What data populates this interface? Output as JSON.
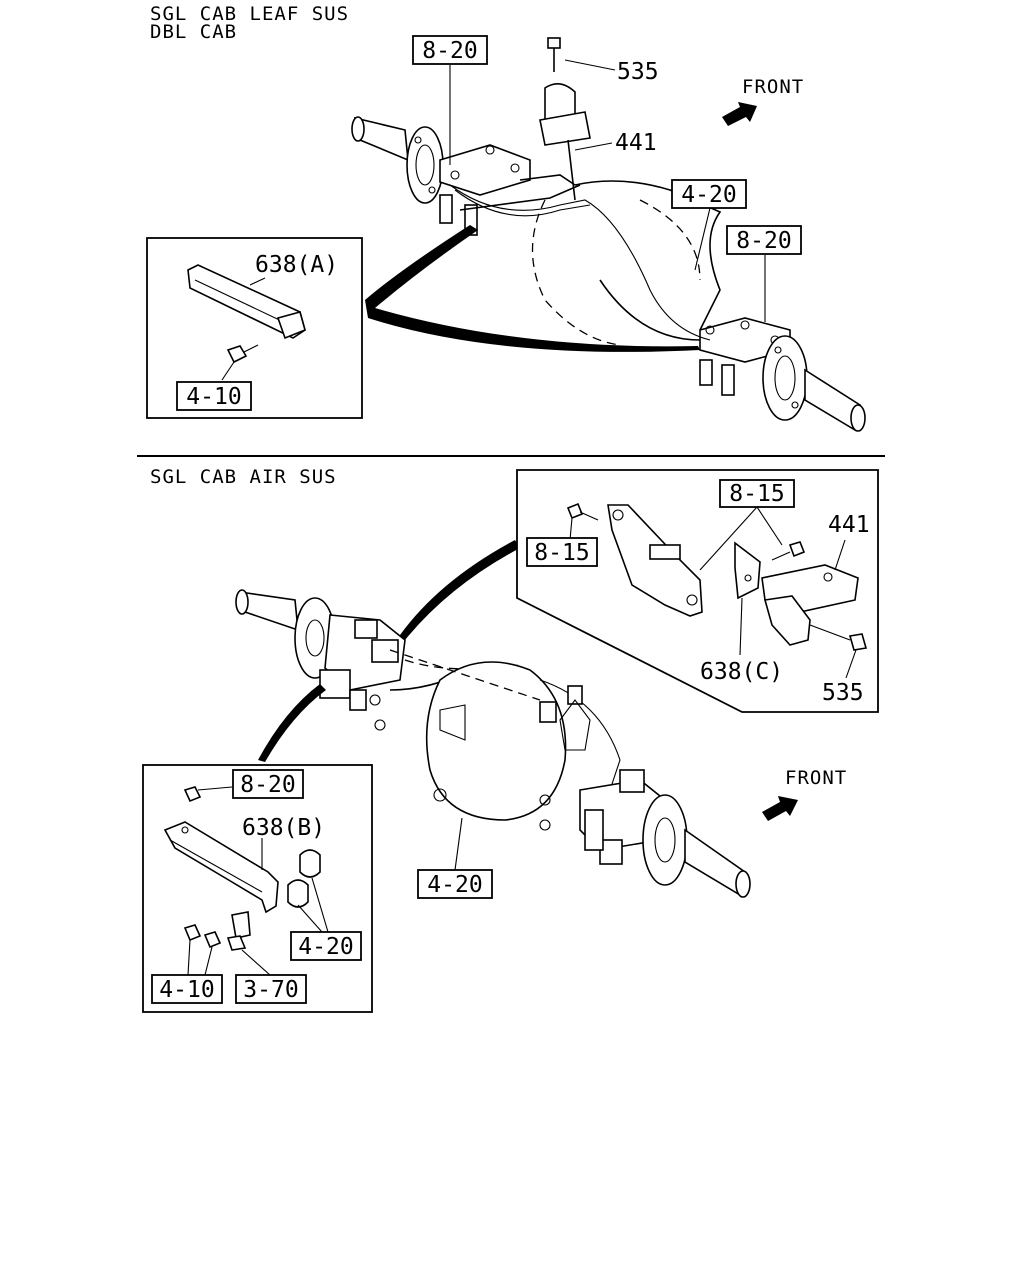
{
  "sections": {
    "top": {
      "header_line1": "SGL CAB LEAF SUS",
      "header_line2": "DBL CAB"
    },
    "bottom": {
      "header": "SGL CAB AIR SUS"
    }
  },
  "labels": {
    "top": {
      "ref_8_20_a": "8-20",
      "ref_8_20_b": "8-20",
      "ref_4_20": "4-20",
      "part_535": "535",
      "part_441": "441",
      "front": "FRONT",
      "inset_part_638a": "638(A)",
      "inset_ref_4_10": "4-10"
    },
    "bottom": {
      "inset_ref_8_15_top": "8-15",
      "inset_ref_8_15_left": "8-15",
      "inset_part_441": "441",
      "inset_part_638c": "638(C)",
      "inset_part_535": "535",
      "front": "FRONT",
      "ref_4_20_axle": "4-20",
      "inset_ref_8_20": "8-20",
      "inset_part_638b": "638(B)",
      "inset_ref_4_20": "4-20",
      "inset_ref_4_10": "4-10",
      "inset_ref_3_70": "3-70"
    }
  }
}
